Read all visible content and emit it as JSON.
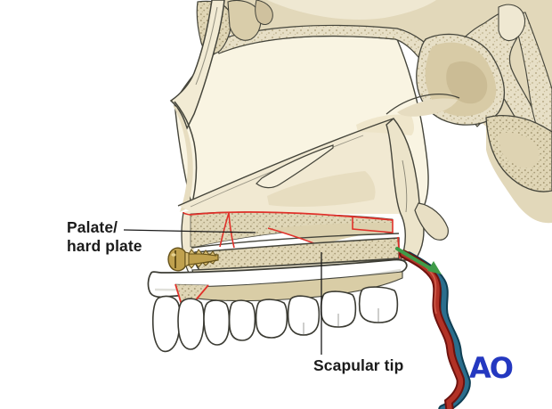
{
  "figure": {
    "type": "medical-illustration",
    "subject": "Sagittal midface view showing scapular tip bone graft reconstructing the palate, fixed with a screw, with its vascular pedicle"
  },
  "labels": {
    "palate": {
      "lines": [
        "Palate/",
        "hard plate"
      ]
    },
    "scapular_tip": "Scapular tip"
  },
  "logo": {
    "text": "AO"
  },
  "semantic_parts": [
    "skull-sagittal-section",
    "palate-hard-plate-red-outline",
    "scapular-tip-graft",
    "fixation-screw",
    "dental-splint-plate",
    "upper-teeth",
    "vascular-pedicle-artery",
    "vascular-pedicle-vein",
    "pedicle-direction-arrow"
  ],
  "colors": {
    "outline_red": "#e0312a",
    "artery_red": "#b23226",
    "vein_blue": "#2b6e8d",
    "arrow_green": "#3f9b49",
    "screw_gold": "#c0a14e",
    "logo_blue": "#2438c0",
    "bone_light": "#f4eedb",
    "bone_tan": "#e2d8ba",
    "dark_outline": "#44443a"
  }
}
